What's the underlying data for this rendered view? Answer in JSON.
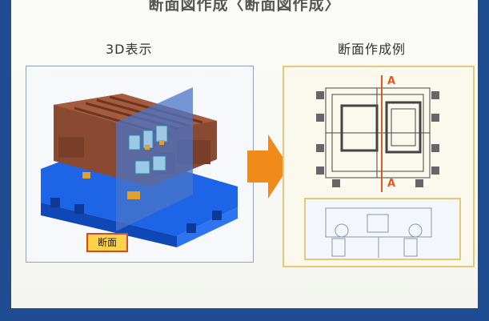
{
  "header": {
    "title": "断面図作成〈断面図作成〉"
  },
  "left": {
    "label": "3D表示",
    "badge": "断面"
  },
  "right": {
    "label": "断面作成例",
    "section_marker": "A"
  },
  "colors": {
    "border": "#1f4d92",
    "model_brown": "#8a4a32",
    "model_blue": "#1e64e6",
    "plane_blue": "#4a74c8",
    "arrow_orange": "#f08a18",
    "cut_line": "#e05a28",
    "badge_fill": "#ffd24a",
    "badge_border": "#d24a2a"
  },
  "icons": [
    "model-3d-icon",
    "arrow-right-icon",
    "drawing-icon"
  ]
}
